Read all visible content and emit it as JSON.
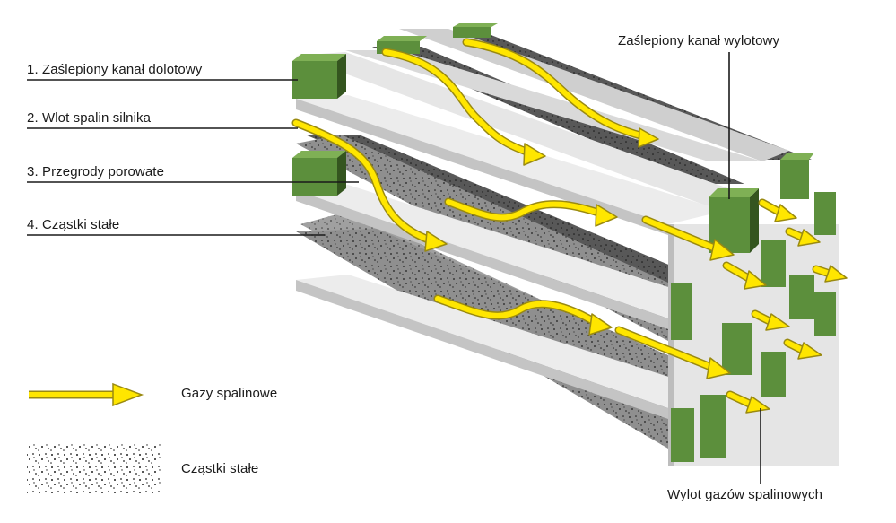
{
  "callouts": {
    "item1": "1. Zaślepiony kanał dolotowy",
    "item2": "2. Wlot spalin silnika",
    "item3": "3. Przegrody porowate",
    "item4": "4. Cząstki stałe",
    "outlet_blocked": "Zaślepiony kanał wylotowy",
    "outlet_exit": "Wylot gazów spalinowych"
  },
  "legend": {
    "gas_label": "Gazy spalinowe",
    "particles_label": "Cząstki stałe"
  },
  "colors": {
    "plug_green": "#5c8f3c",
    "plug_green_dark": "#34551f",
    "wall_light": "#e3e3e3",
    "wall_side": "#c7c7c7",
    "porous_gray": "#8e8e8e",
    "porous_dark": "#575757",
    "gas_arrow": "#ffe600",
    "gas_arrow_outline": "#9a8a10"
  }
}
